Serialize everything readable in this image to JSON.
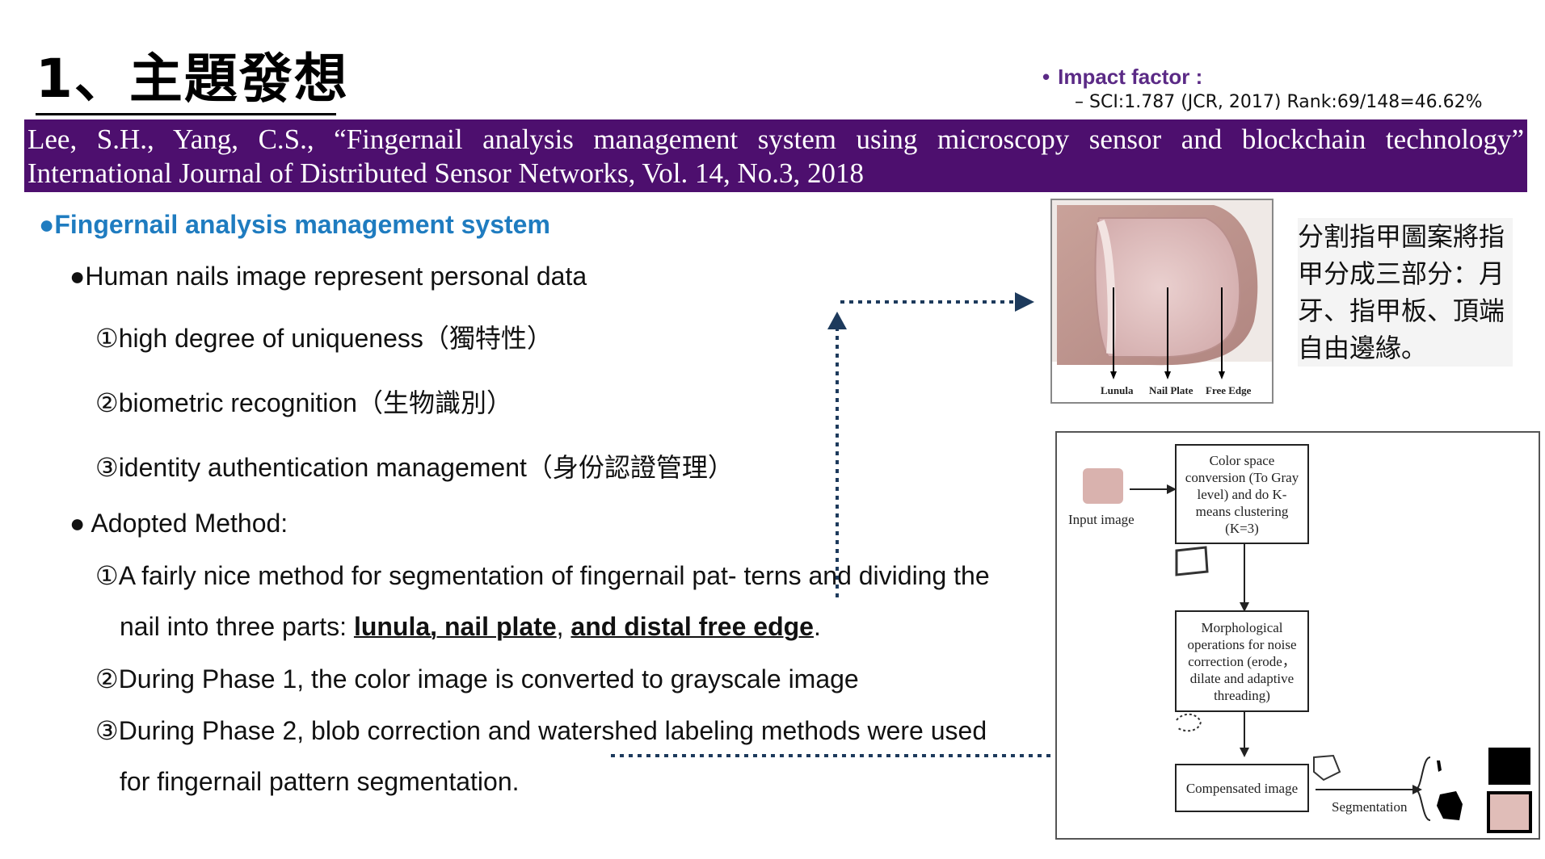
{
  "slide": {
    "title": "1、主題發想",
    "impact_factor": {
      "label": "Impact factor :",
      "detail": "– SCI:1.787 (JCR, 2017)  Rank:69/148=46.62%"
    },
    "citation": {
      "line1": "Lee, S.H., Yang, C.S., “Fingernail analysis management system using microscopy sensor and blockchain technology”",
      "line2": "International Journal of Distributed Sensor Networks, Vol. 14, No.3, 2018"
    },
    "section_heading": "●Fingernail analysis management system",
    "bullet1": "●Human nails image represent personal data",
    "uniq": [
      "①high degree of uniqueness（獨特性）",
      "②biometric recognition（生物識別）",
      "③identity authentication management（身份認證管理）"
    ],
    "bullet2": "● Adopted Method:",
    "method1_a": "①A fairly nice method for segmentation of fingernail pat- terns and dividing the",
    "method1_b_prefix": "nail into three parts: ",
    "method1_kw1": "lunula, nail plate",
    "method1_sep": ", ",
    "method1_kw2": "and distal free edge",
    "method1_end": ".",
    "method2": "②During Phase 1, the color image is converted to grayscale image",
    "method3_a": "③During Phase 2, blob correction and watershed labeling methods were used",
    "method3_b": "for fingernail pattern segmentation.",
    "nail_labels": [
      "Lunula",
      "Nail Plate",
      "Free Edge"
    ],
    "chinese_note": "分割指甲圖案將指甲分成三部分：月牙、指甲板、頂端自由邊緣。",
    "diagram": {
      "input_label": "Input image",
      "box1": "Color space conversion (To Gray level) and do K-means clustering (K=3)",
      "box2": "Morphological operations for noise correction (erode，dilate and adaptive threading)",
      "box3": "Compensated image",
      "segmentation": "Segmentation"
    },
    "colors": {
      "citation_bg": "#4d0f6e",
      "accent_blue": "#1f7cc0",
      "impact_purple": "#5b2a86",
      "arrow_navy": "#1d3a5c"
    }
  }
}
